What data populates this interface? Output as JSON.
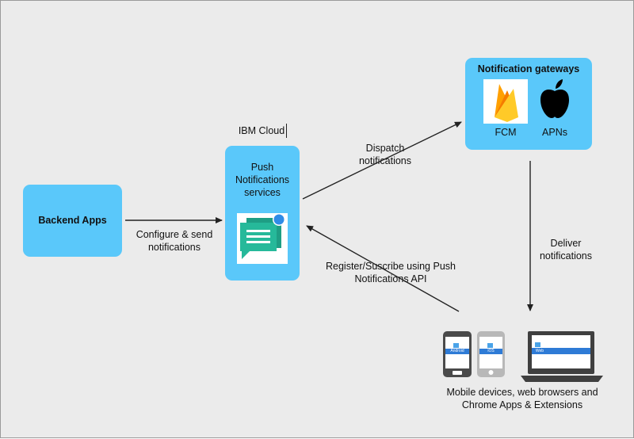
{
  "colors": {
    "background": "#ebebeb",
    "box": "#5ac8fa",
    "arrow": "#222222",
    "fcm_orange": "#ffa000",
    "fcm_yellow": "#ffca28",
    "chat_green": "#26b99a",
    "dot_blue": "#2f8ce6",
    "device_dark": "#4a4a4a",
    "device_light": "#b8b8b8",
    "screen_band": "#2e7bd6"
  },
  "nodes": {
    "backend": {
      "label": "Backend Apps"
    },
    "ibm_cloud": {
      "label": "IBM Cloud"
    },
    "push_service": {
      "label": "Push Notifications services",
      "icon": "chat-bubble-icon"
    },
    "gateways": {
      "title": "Notification gateways",
      "fcm": {
        "label": "FCM",
        "icon": "firebase-icon"
      },
      "apns": {
        "label": "APNs",
        "icon": "apple-icon"
      }
    },
    "devices": {
      "label": "Mobile devices, web browsers and Chrome Apps & Extensions",
      "android_screen_text": "Android",
      "ios_screen_text": "iOS",
      "web_screen_text": "Web"
    }
  },
  "edges": {
    "configure": {
      "label": "Configure & send notifications"
    },
    "dispatch": {
      "label": "Dispatch notifications"
    },
    "deliver": {
      "label": "Deliver notifications"
    },
    "register": {
      "label": "Register/Suscribe using Push Notifications API"
    }
  }
}
